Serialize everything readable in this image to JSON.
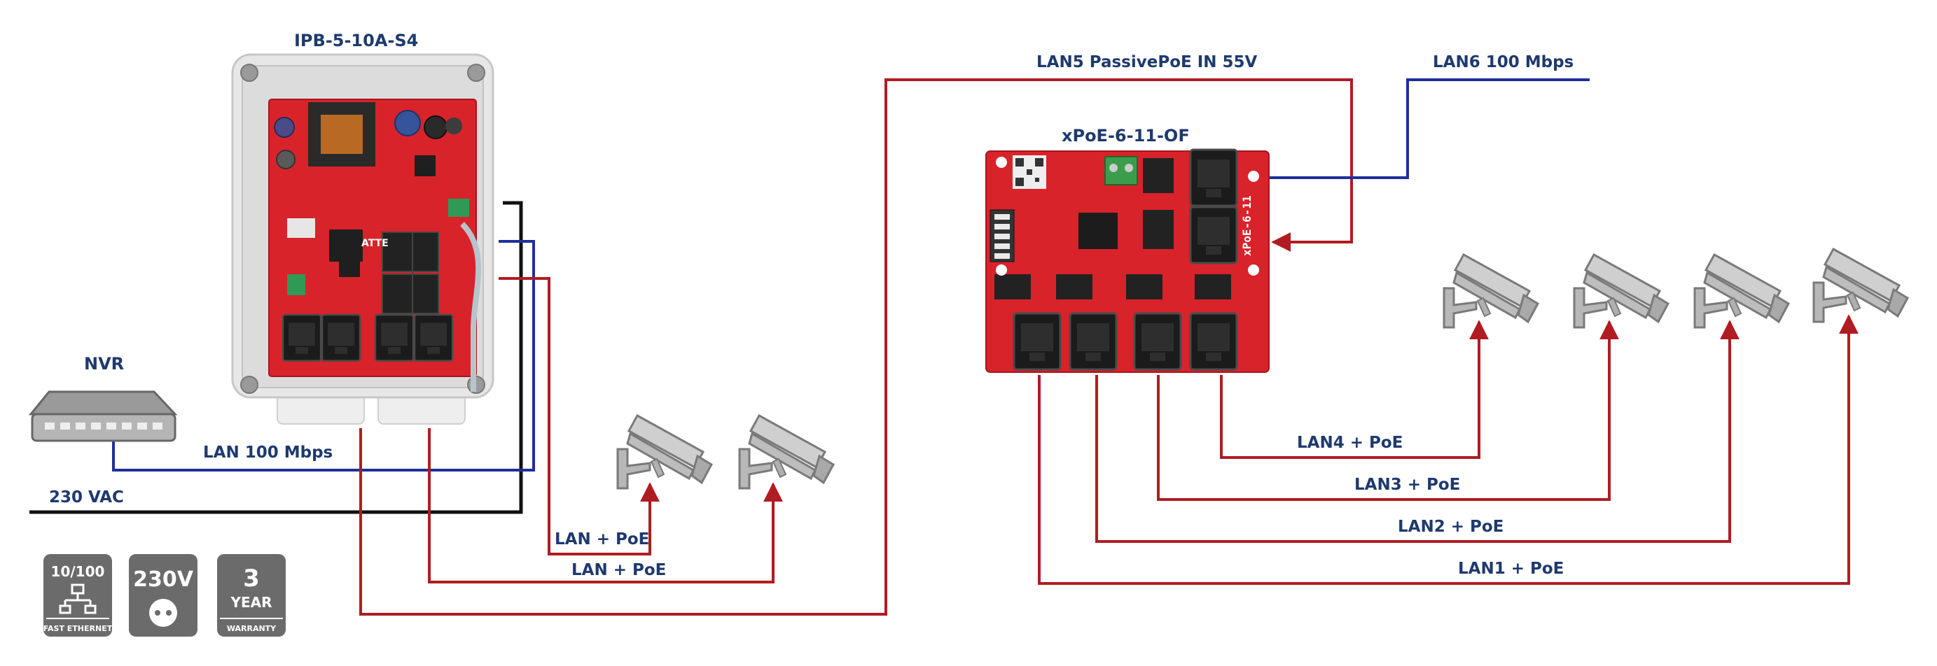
{
  "devices": {
    "ipb": "IPB-5-10A-S4",
    "xpoe": "xPoE-6-11-OF",
    "nvr": "NVR",
    "board_brand": "ATTE",
    "xpoe_board_print": "xPoE-6-11"
  },
  "connections": {
    "lan5": "LAN5 PassivePoE IN 55V",
    "lan6": "LAN6 100 Mbps",
    "lan_100": "LAN 100 Mbps",
    "vac": "230 VAC",
    "lan_poe_1": "LAN + PoE",
    "lan_poe_2": "LAN + PoE",
    "lan4": "LAN4 + PoE",
    "lan3": "LAN3 + PoE",
    "lan2": "LAN2 + PoE",
    "lan1": "LAN1 + PoE"
  },
  "badges": {
    "ethernet": {
      "top": "10/100",
      "bottom": "FAST ETHERNET",
      "icon": "network-icon"
    },
    "power": {
      "top": "230V",
      "icon": "socket-icon"
    },
    "warranty": {
      "top": "3",
      "middle": "YEAR",
      "bottom": "WARRANTY"
    }
  },
  "colors": {
    "poe_line": "#b01c22",
    "data_line": "#1f2f9a",
    "power_line": "#111111",
    "label_text": "#1e3a6e",
    "badge_bg": "#6b6b6b",
    "pcb_red": "#d8232a"
  }
}
